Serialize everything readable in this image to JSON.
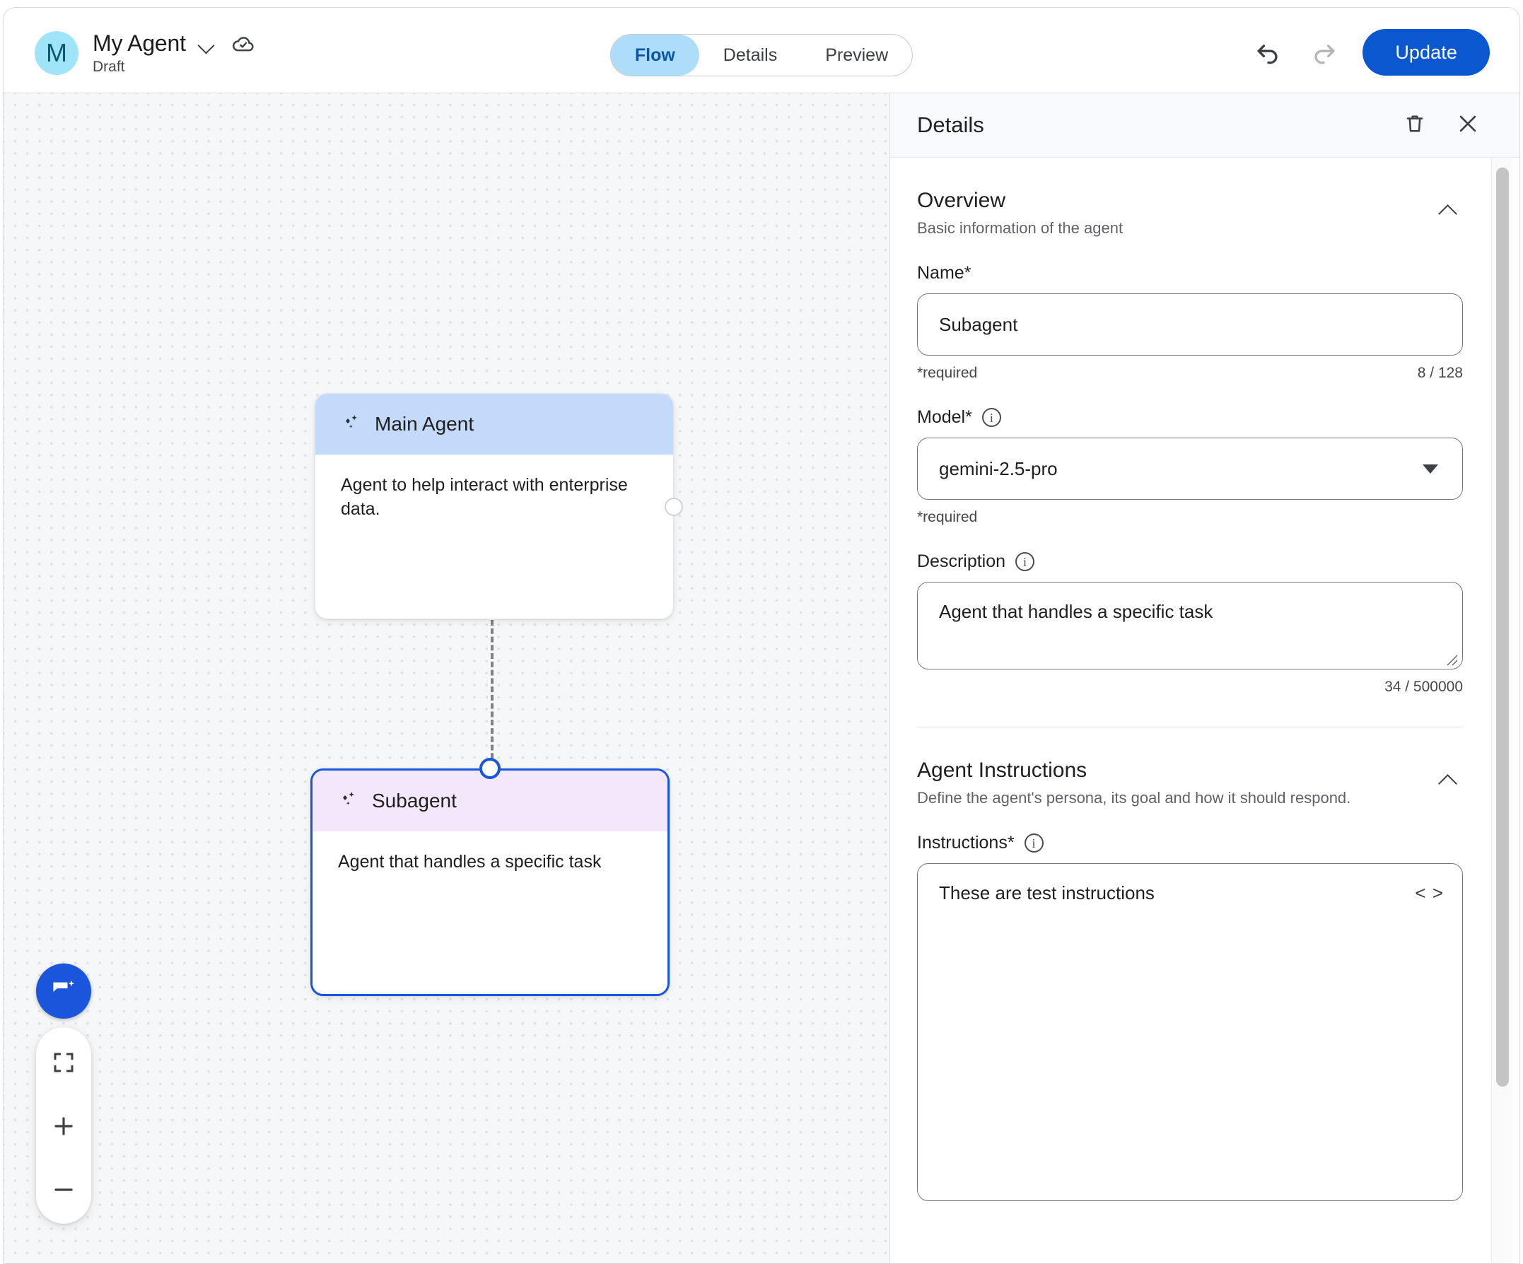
{
  "topbar": {
    "avatar_initial": "M",
    "agent_name": "My Agent",
    "agent_status": "Draft",
    "dropdown_icon": "chevron-down-icon",
    "save_status_icon": "cloud-done-icon",
    "tabs": [
      {
        "label": "Flow",
        "active": true
      },
      {
        "label": "Details",
        "active": false
      },
      {
        "label": "Preview",
        "active": false
      }
    ],
    "undo_label": "undo-icon",
    "redo_label": "redo-icon",
    "update_label": "Update",
    "accent_color": "#0b57d0",
    "active_tab_bg": "#aedcfb",
    "active_tab_text": "#0b57a4"
  },
  "canvas": {
    "nodes": [
      {
        "id": "main",
        "title": "Main Agent",
        "description": "Agent to help interact with enterprise data.",
        "header_color": "#c3dafb",
        "selected": false
      },
      {
        "id": "sub",
        "title": "Subagent",
        "description": "Agent that handles a specific task",
        "header_color": "#f3e8fb",
        "selected": true
      }
    ],
    "controls": {
      "chat_label": "ai-chat-button",
      "fit_label": "fit-to-screen",
      "zoom_in_label": "+",
      "zoom_out_label": "−"
    }
  },
  "details": {
    "panel_title": "Details",
    "delete_label": "delete-icon",
    "close_label": "close-icon",
    "overview": {
      "title": "Overview",
      "subtitle": "Basic information of the agent",
      "name": {
        "label": "Name*",
        "value": "Subagent",
        "helper": "*required",
        "counter": "8 / 128"
      },
      "model": {
        "label": "Model*",
        "value": "gemini-2.5-pro",
        "helper": "*required"
      },
      "description": {
        "label": "Description",
        "value": "Agent that handles a specific task",
        "counter": "34 / 500000"
      }
    },
    "instructions_section": {
      "title": "Agent Instructions",
      "subtitle": "Define the agent's persona, its goal and how it should respond.",
      "instructions": {
        "label": "Instructions*",
        "value": "These are test instructions",
        "code_icon": "code-brackets-icon"
      }
    }
  }
}
